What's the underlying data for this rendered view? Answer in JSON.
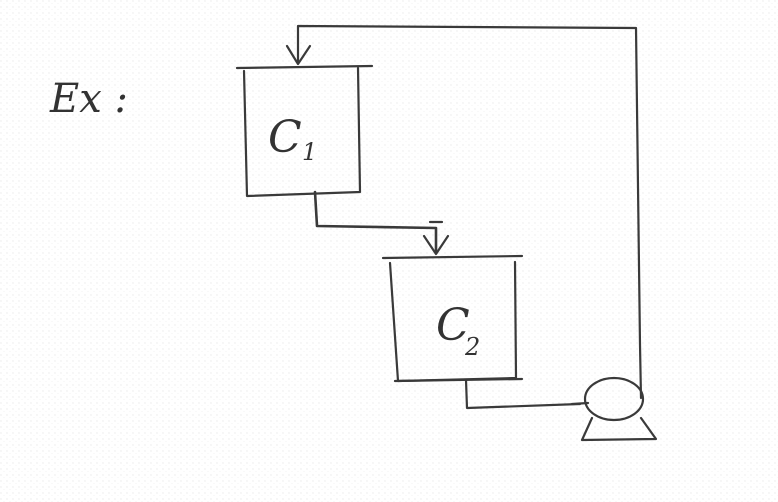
{
  "example_label": "Ex :",
  "components": [
    {
      "name": "C",
      "subscript": "1"
    },
    {
      "name": "C",
      "subscript": "2"
    }
  ],
  "colors": {
    "paper": "#ffffff",
    "ink": "#3a3a3a"
  },
  "icons": {
    "pump": "pump-icon"
  }
}
